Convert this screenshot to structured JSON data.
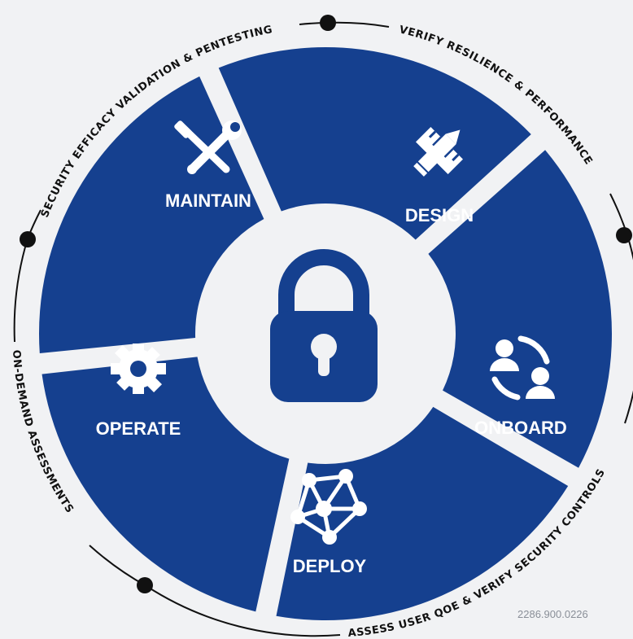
{
  "colors": {
    "background": "#f1f2f4",
    "segment_fill": "#15408f",
    "center_fill": "#f1f2f4",
    "ring_line": "#111111",
    "label_text": "#ffffff"
  },
  "segments": [
    {
      "id": "maintain",
      "label": "MAINTAIN",
      "icon": "tools-icon"
    },
    {
      "id": "design",
      "label": "DESIGN",
      "icon": "ruler-pencil-icon"
    },
    {
      "id": "onboard",
      "label": "ONBOARD",
      "icon": "user-exchange-icon"
    },
    {
      "id": "deploy",
      "label": "DEPLOY",
      "icon": "network-icon"
    },
    {
      "id": "operate",
      "label": "OPERATE",
      "icon": "gear-icon"
    }
  ],
  "center_icon": "padlock-icon",
  "ring_labels": {
    "top_left": "SECURITY EFFICACY VALIDATION & PENTESTING",
    "top_right": "VERIFY RESILIENCE & PERFORMANCE",
    "bottom_right": "ASSESS USER QOE & VERIFY SECURITY CONTROLS",
    "left": "ON-DEMAND ASSESSMENTS"
  },
  "reference_code": "2286.900.0226"
}
